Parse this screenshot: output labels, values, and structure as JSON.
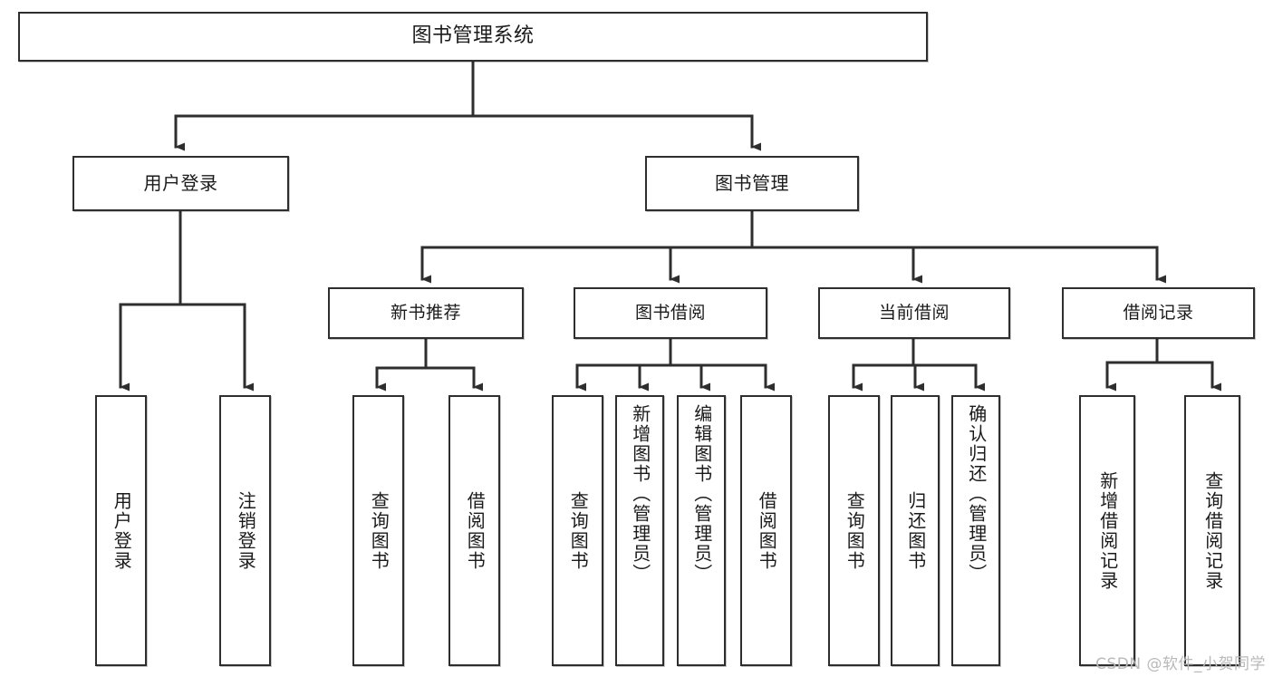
{
  "diagram": {
    "title": "图书管理系统",
    "type": "tree-hierarchy-chart",
    "watermark": "CSDN @软件_小贺同学",
    "colors": {
      "stroke": "#2e2e2e",
      "fill": "#ffffff",
      "text": "#1a1a1a",
      "watermark": "#b9b9b9"
    },
    "nodes": {
      "root": {
        "label": "图书管理系统"
      },
      "level2": [
        {
          "id": "user-login",
          "label": "用户登录"
        },
        {
          "id": "book-manage",
          "label": "图书管理"
        }
      ],
      "level3": [
        {
          "id": "new-book-recommend",
          "label": "新书推荐"
        },
        {
          "id": "book-borrow",
          "label": "图书借阅"
        },
        {
          "id": "current-borrow",
          "label": "当前借阅"
        },
        {
          "id": "borrow-record",
          "label": "借阅记录"
        }
      ],
      "leaves": {
        "user_login": [
          {
            "id": "leaf-user-login",
            "label": "用户登录"
          },
          {
            "id": "leaf-logout-login",
            "label": "注销登录"
          }
        ],
        "new_book_recommend": [
          {
            "id": "leaf-query-book-1",
            "label": "查询图书"
          },
          {
            "id": "leaf-borrow-book-1",
            "label": "借阅图书"
          }
        ],
        "book_borrow": [
          {
            "id": "leaf-query-book-2",
            "label": "查询图书"
          },
          {
            "id": "leaf-add-book",
            "label": "新增图书（管理员）"
          },
          {
            "id": "leaf-edit-book",
            "label": "编辑图书（管理员）"
          },
          {
            "id": "leaf-borrow-book-2",
            "label": "借阅图书"
          }
        ],
        "current_borrow": [
          {
            "id": "leaf-query-book-3",
            "label": "查询图书"
          },
          {
            "id": "leaf-return-book",
            "label": "归还图书"
          },
          {
            "id": "leaf-confirm-return",
            "label": "确认归还（管理员）"
          }
        ],
        "borrow_record": [
          {
            "id": "leaf-add-record",
            "label": "新增借阅记录"
          },
          {
            "id": "leaf-query-record",
            "label": "查询借阅记录"
          }
        ]
      }
    }
  }
}
